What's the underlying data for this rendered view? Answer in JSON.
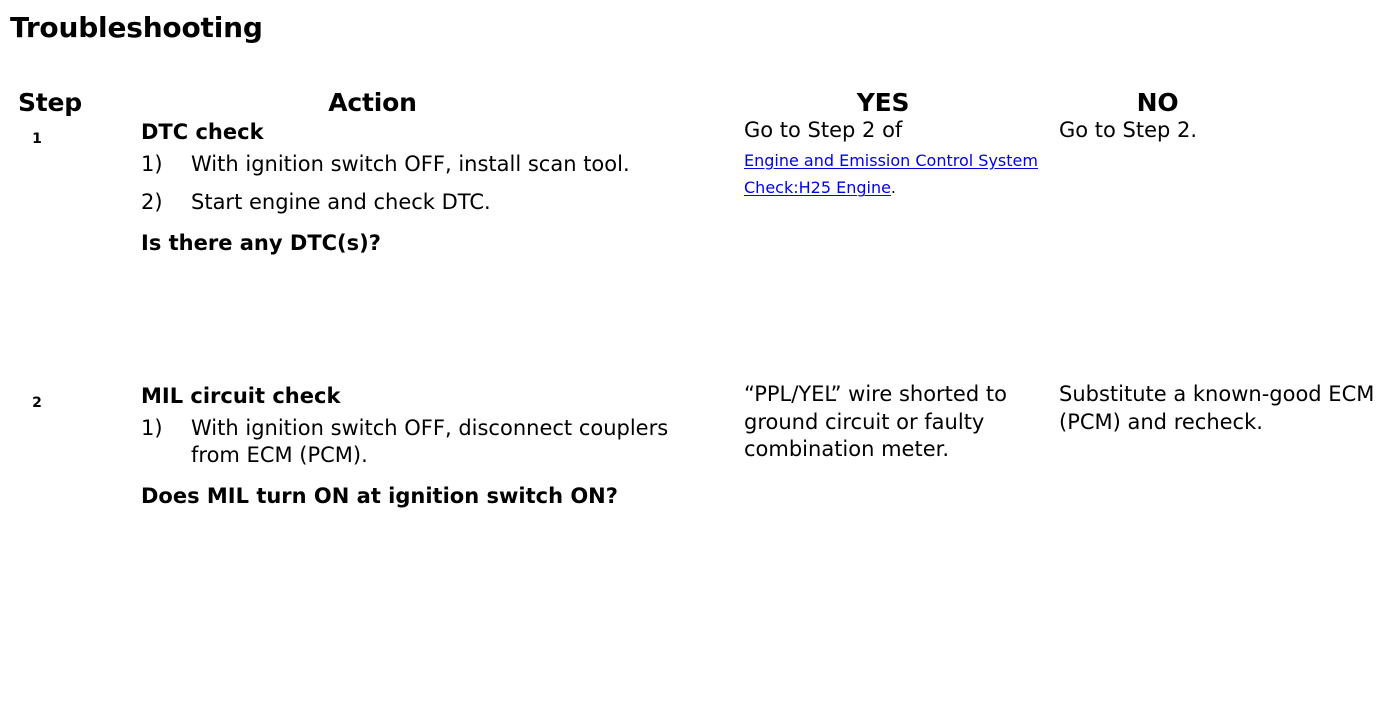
{
  "document": {
    "title": "Troubleshooting"
  },
  "table": {
    "headers": {
      "step": "Step",
      "action": "Action",
      "yes": "YES",
      "no": "NO"
    },
    "rows": [
      {
        "step": "1",
        "action": {
          "heading": "DTC check",
          "items": [
            {
              "marker": "1)",
              "text": "With ignition switch OFF, install scan tool."
            },
            {
              "marker": "2)",
              "text": "Start engine and check DTC."
            }
          ],
          "question": "Is there any DTC(s)?"
        },
        "yes": {
          "lead": "Go to Step 2 of",
          "link": "Engine and Emission Control System Check:H25 Engine",
          "trailing": "."
        },
        "no": {
          "text": "Go to Step 2."
        }
      },
      {
        "step": "2",
        "action": {
          "heading": "MIL circuit check",
          "items": [
            {
              "marker": "1)",
              "text": "With ignition switch OFF, disconnect couplers from ECM (PCM)."
            }
          ],
          "question": "Does MIL turn ON at ignition switch ON?"
        },
        "yes": {
          "lead": "“PPL/YEL” wire shorted to ground circuit or faulty combination meter.",
          "link": "",
          "trailing": ""
        },
        "no": {
          "text": "Substitute a known-good ECM (PCM) and recheck."
        }
      }
    ]
  },
  "colors": {
    "background": "#ffffff",
    "text": "#000000"
  }
}
